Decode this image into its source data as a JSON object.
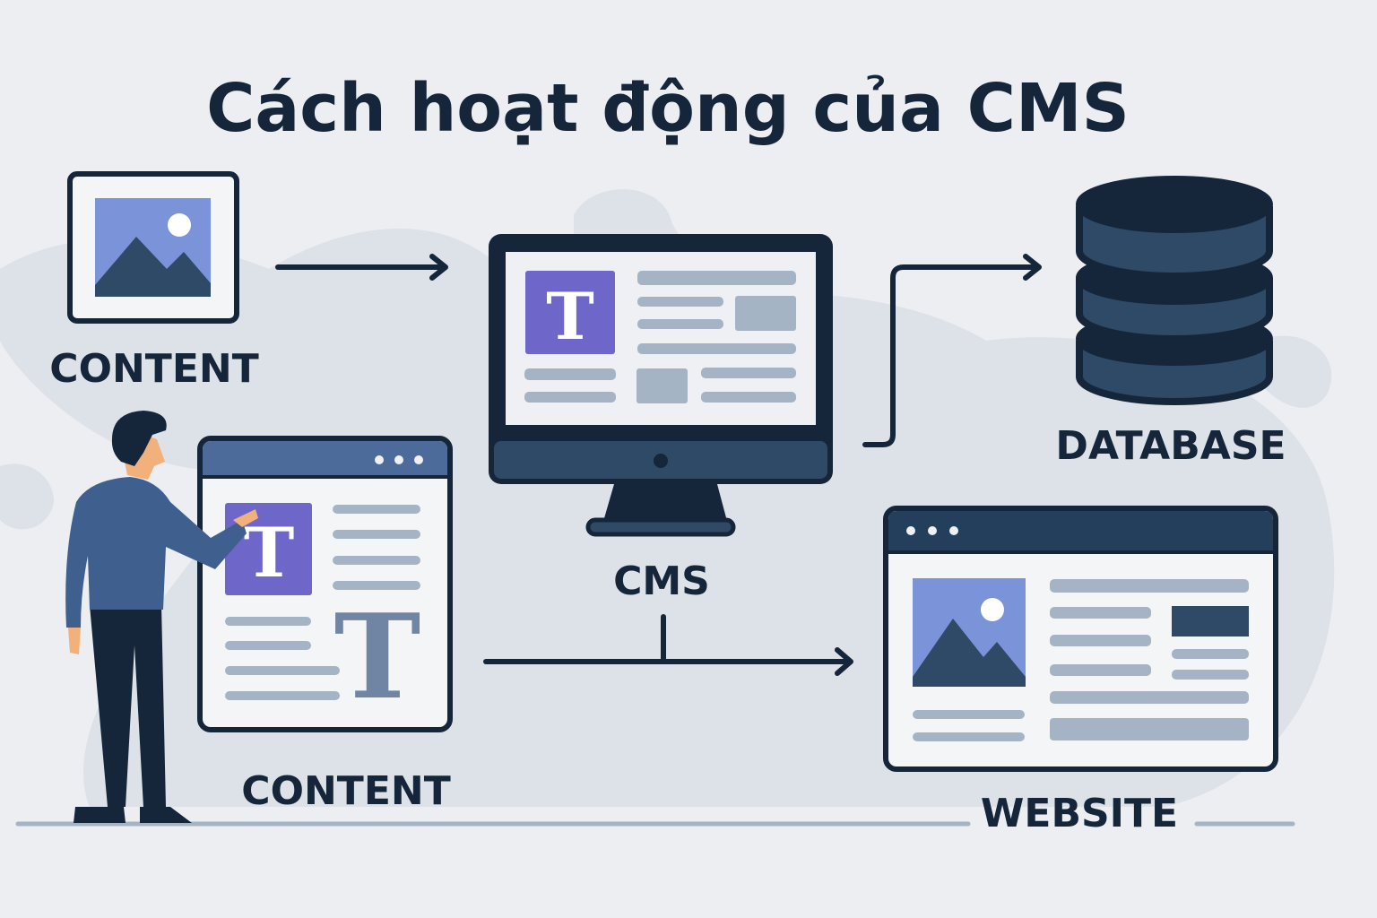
{
  "title": "Cách hoạt động của CMS",
  "labels": {
    "content_top": "CONTENT",
    "content_bottom": "CONTENT",
    "cms": "CMS",
    "database": "DATABASE",
    "website": "WEBSITE"
  },
  "colors": {
    "dark": "#15263a",
    "mid": "#2f4a66",
    "accent": "#6f66c9",
    "image": "#7b93d8",
    "placeholder": "#a5b4c4",
    "background": "#eceef2"
  }
}
